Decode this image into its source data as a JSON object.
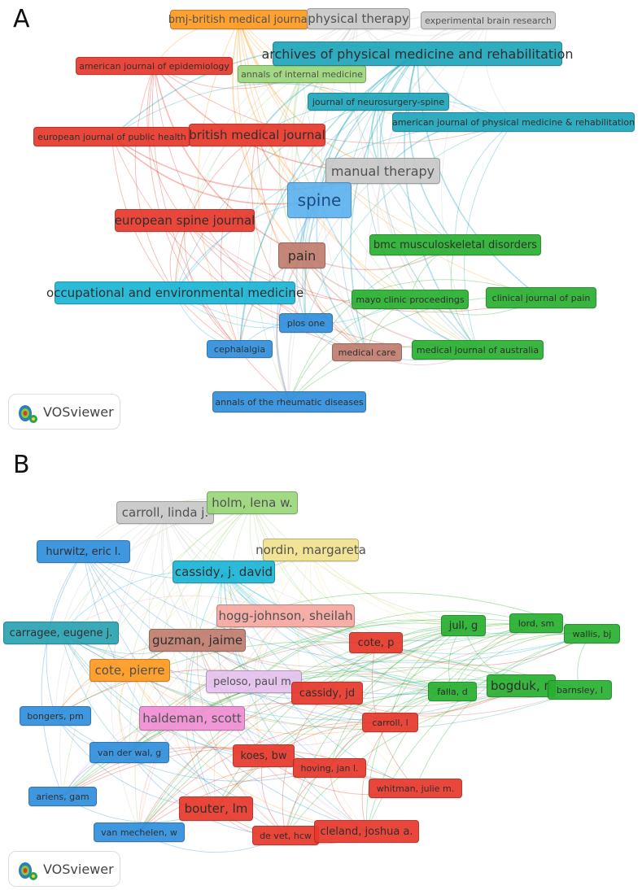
{
  "colors": {
    "red": "#e8382b",
    "cyan": "#1ab6d6",
    "teal": "#1ea6bb",
    "green": "#28b030",
    "lightgreen": "#9bd67a",
    "gray": "#c8c8c8",
    "orange": "#ff9a1f",
    "blue": "#2f8fdd",
    "skyblue": "#5db2ee",
    "brown": "#bf7d6e",
    "pink": "#f08fd4",
    "lavender": "#e6c2ee",
    "salmon": "#f7a8a0",
    "yellow": "#f1e28e",
    "grayteal": "#2aa3b2"
  },
  "badge_label": "VOSviewer",
  "panels": [
    {
      "id": "A",
      "label": "A",
      "nodes": [
        {
          "label": "bmj-british medical journal",
          "color": "orange",
          "size": 1
        },
        {
          "label": "physical therapy",
          "color": "gray",
          "size": 2
        },
        {
          "label": "experimental brain research",
          "color": "gray",
          "size": 0
        },
        {
          "label": "american journal of epidemiology",
          "color": "red",
          "size": 0
        },
        {
          "label": "annals of internal medicine",
          "color": "lightgreen",
          "size": 0
        },
        {
          "label": "archives of physical medicine and rehabilitation",
          "color": "teal",
          "size": 3
        },
        {
          "label": "journal of neurosurgery-spine",
          "color": "teal",
          "size": 0
        },
        {
          "label": "american journal of physical medicine & rehabilitation",
          "color": "teal",
          "size": 0
        },
        {
          "label": "european journal of public health",
          "color": "red",
          "size": 0
        },
        {
          "label": "british medical journal",
          "color": "red",
          "size": 2
        },
        {
          "label": "manual therapy",
          "color": "gray",
          "size": 3
        },
        {
          "label": "spine",
          "color": "skyblue",
          "size": 5
        },
        {
          "label": "european spine journal",
          "color": "red",
          "size": 2
        },
        {
          "label": "pain",
          "color": "brown",
          "size": 3
        },
        {
          "label": "bmc musculoskeletal disorders",
          "color": "green",
          "size": 1
        },
        {
          "label": "occupational and environmental medicine",
          "color": "cyan",
          "size": 2
        },
        {
          "label": "mayo clinic proceedings",
          "color": "green",
          "size": 0
        },
        {
          "label": "clinical journal of pain",
          "color": "green",
          "size": 0
        },
        {
          "label": "plos one",
          "color": "blue",
          "size": 0
        },
        {
          "label": "cephalalgia",
          "color": "blue",
          "size": 0
        },
        {
          "label": "medical care",
          "color": "brown",
          "size": 0
        },
        {
          "label": "medical journal of australia",
          "color": "green",
          "size": 0
        },
        {
          "label": "annals of the rheumatic diseases",
          "color": "blue",
          "size": 0
        }
      ]
    },
    {
      "id": "B",
      "label": "B",
      "nodes": [
        {
          "label": "carroll, linda j.",
          "color": "gray",
          "size": 2
        },
        {
          "label": "holm, lena w.",
          "color": "lightgreen",
          "size": 2
        },
        {
          "label": "hurwitz, eric l.",
          "color": "blue",
          "size": 1
        },
        {
          "label": "nordin, margareta",
          "color": "yellow",
          "size": 2
        },
        {
          "label": "cassidy, j. david",
          "color": "cyan",
          "size": 2
        },
        {
          "label": "hogg-johnson, sheilah",
          "color": "salmon",
          "size": 2
        },
        {
          "label": "carragee, eugene j.",
          "color": "grayteal",
          "size": 1
        },
        {
          "label": "guzman, jaime",
          "color": "brown",
          "size": 2
        },
        {
          "label": "cote, p",
          "color": "red",
          "size": 1
        },
        {
          "label": "jull, g",
          "color": "green",
          "size": 1
        },
        {
          "label": "lord, sm",
          "color": "green",
          "size": 0
        },
        {
          "label": "wallis, bj",
          "color": "green",
          "size": 0
        },
        {
          "label": "cote, pierre",
          "color": "orange",
          "size": 2
        },
        {
          "label": "peloso, paul m.",
          "color": "lavender",
          "size": 1
        },
        {
          "label": "cassidy, jd",
          "color": "red",
          "size": 1
        },
        {
          "label": "bogduk, n",
          "color": "green",
          "size": 2
        },
        {
          "label": "falla, d",
          "color": "green",
          "size": 0
        },
        {
          "label": "barnsley, l",
          "color": "green",
          "size": 0
        },
        {
          "label": "bongers, pm",
          "color": "blue",
          "size": 0
        },
        {
          "label": "haldeman, scott",
          "color": "pink",
          "size": 2
        },
        {
          "label": "carroll, l",
          "color": "red",
          "size": 0
        },
        {
          "label": "van der wal, g",
          "color": "blue",
          "size": 0
        },
        {
          "label": "koes, bw",
          "color": "red",
          "size": 1
        },
        {
          "label": "hoving, jan l.",
          "color": "red",
          "size": 0
        },
        {
          "label": "whitman, julie m.",
          "color": "red",
          "size": 0
        },
        {
          "label": "ariens, gam",
          "color": "blue",
          "size": 0
        },
        {
          "label": "bouter, lm",
          "color": "red",
          "size": 2
        },
        {
          "label": "van mechelen, w",
          "color": "blue",
          "size": 0
        },
        {
          "label": "de vet, hcw",
          "color": "red",
          "size": 0
        },
        {
          "label": "cleland, joshua a.",
          "color": "red",
          "size": 1
        }
      ]
    }
  ]
}
